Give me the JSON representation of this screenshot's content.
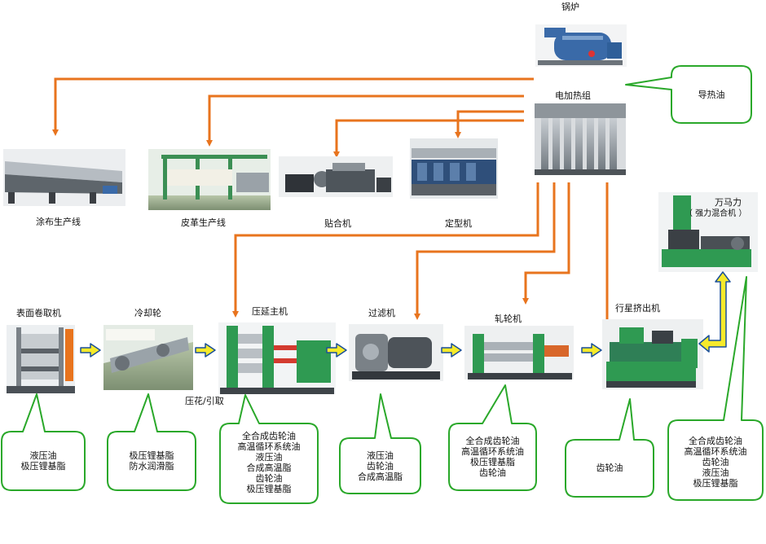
{
  "colors": {
    "pipe": "#e8741e",
    "callout": "#2aa82a",
    "flow_arrow": "#f6ea2a",
    "flow_arrow_edge": "#1a4f9a",
    "machine_green": "#2f9a52",
    "machine_grey": "#8a9197"
  },
  "machines": {
    "boiler": "锅炉",
    "heater": "电加热组",
    "coating_line": "涂布生产线",
    "leather_line": "皮革生产线",
    "laminator": "贴合机",
    "setting_machine": "定型机",
    "mixer_title": "万马力",
    "mixer_sub": "（ 强力混合机 ）",
    "winder": "表面卷取机",
    "cooling": "冷却轮",
    "calender": "压延主机",
    "embossing": "压花/引取",
    "filter": "过滤机",
    "mill": "轧轮机",
    "extruder": "行星挤出机"
  },
  "callouts": {
    "heat_oil": [
      "导热油"
    ],
    "winder": [
      "液压油",
      "极压锂基脂"
    ],
    "cooling": [
      "极压锂基脂",
      "防水润滑脂"
    ],
    "calender": [
      "全合成齿轮油",
      "高温循环系统油",
      "液压油",
      "合成高温脂",
      "齿轮油",
      "极压锂基脂"
    ],
    "filter": [
      "液压油",
      "齿轮油",
      "合成高温脂"
    ],
    "mill": [
      "全合成齿轮油",
      "高温循环系统油",
      "极压锂基脂",
      "齿轮油"
    ],
    "extruder": [
      "齿轮油"
    ],
    "mixer": [
      "全合成齿轮油",
      "高温循环系统油",
      "齿轮油",
      "液压油",
      "极压锂基脂"
    ]
  }
}
